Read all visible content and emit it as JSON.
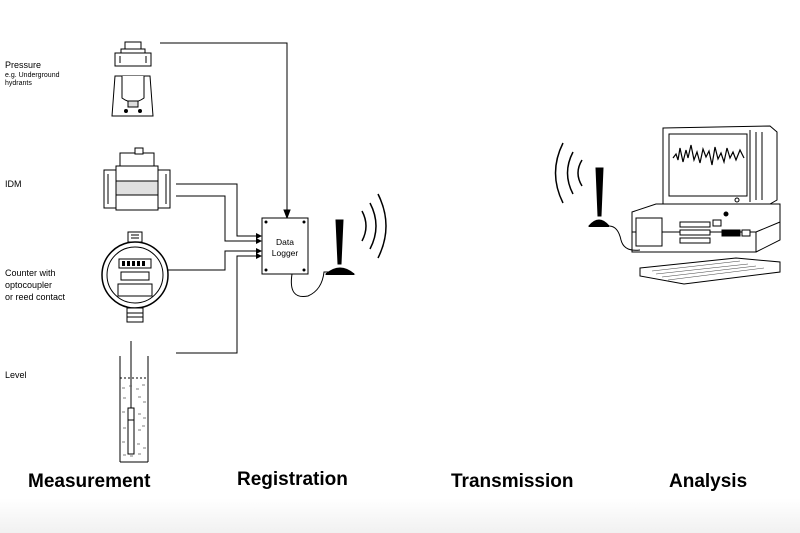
{
  "sensors": {
    "pressure": {
      "label": "Pressure",
      "sublabel_line1": "e.g. Underground",
      "sublabel_line2": "hydrants"
    },
    "idm": {
      "label": "IDM"
    },
    "counter": {
      "label_line1": "Counter with",
      "label_line2": "optocoupler",
      "label_line3": "or reed contact"
    },
    "level": {
      "label": "Level"
    }
  },
  "logger": {
    "line1": "Data",
    "line2": "Logger"
  },
  "stages": {
    "measurement": "Measurement",
    "registration": "Registration",
    "transmission": "Transmission",
    "analysis": "Analysis"
  }
}
